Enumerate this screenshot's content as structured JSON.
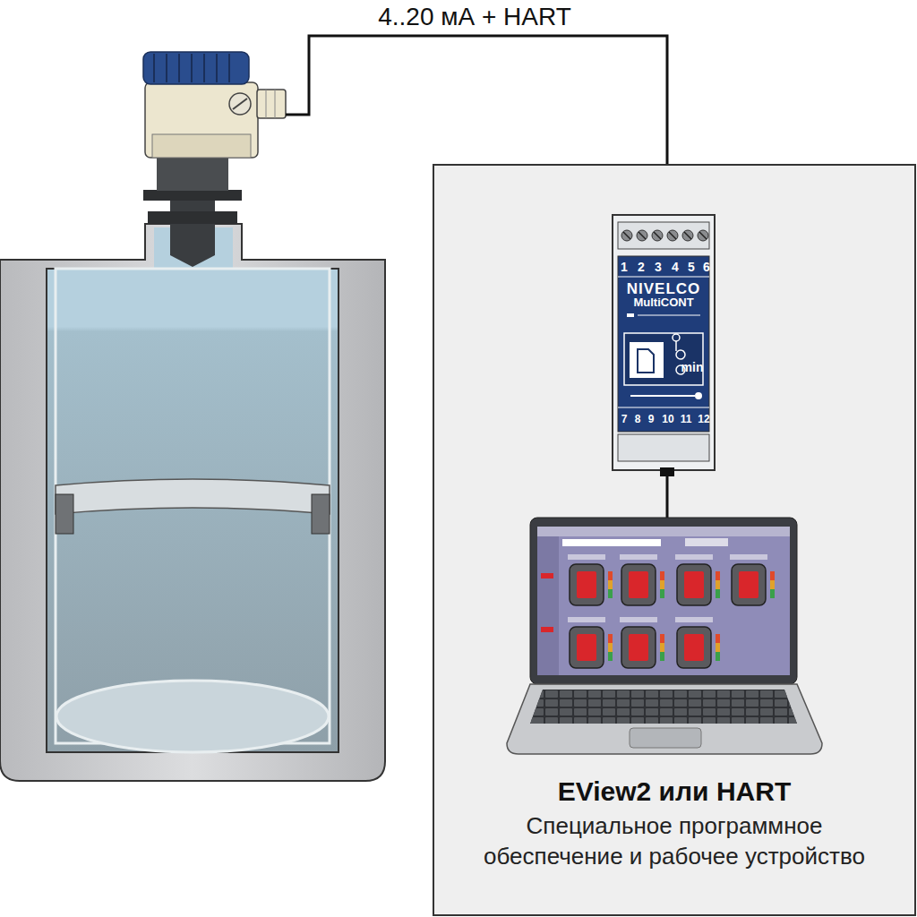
{
  "diagram": {
    "nodes": [
      {
        "text": [
          "EView2 или HART",
          "Специальное программное обеспечение и рабочее устройство"
        ]
      },
      {
        "text": [
          "NIVELCO",
          "MultiCONT"
        ],
        "in": 0
      }
    ],
    "labels": [
      "4..20 мА + HART",
      "1",
      "2",
      "3",
      "4",
      "5",
      "6",
      "7",
      "8",
      "9",
      "10",
      "11",
      "12",
      "min"
    ]
  }
}
